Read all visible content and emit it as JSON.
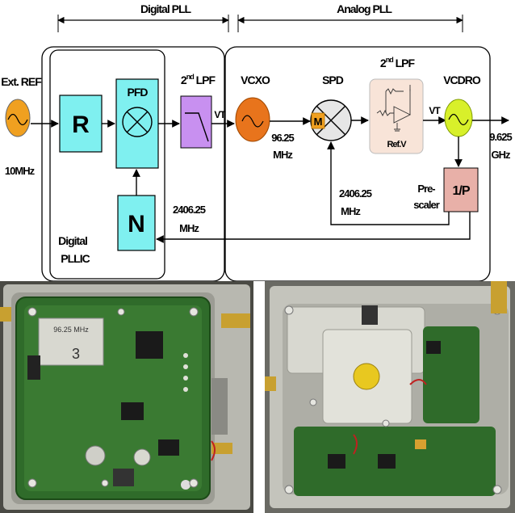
{
  "diagram": {
    "sections": {
      "digital": "Digital PLL",
      "analog": "Analog PLL"
    },
    "ext_ref": {
      "label": "Ext. REF",
      "freq": "10MHz"
    },
    "blocks": {
      "r": "R",
      "pfd": "PFD",
      "n": "N",
      "lpf1_prefix": "2",
      "lpf1_sup": "nd",
      "lpf1_suffix": " LPF",
      "vcxo": "VCXO",
      "spd": "SPD",
      "spd_mark": "M",
      "lpf2_prefix": "2",
      "lpf2_sup": "nd",
      "lpf2_suffix": " LPF",
      "ref_v": "Ref.V",
      "vcdro": "VCDRO",
      "prescaler_line1": "Pre-",
      "prescaler_line2": "scaler",
      "divider": "1/P",
      "digital_pllic_line1": "Digital",
      "digital_pllic_line2": "PLLIC"
    },
    "signals": {
      "vt1": "VT",
      "vt2": "VT",
      "vcxo_out_line1": "96.25",
      "vcxo_out_line2": "MHz",
      "n_in_line1": "2406.25",
      "n_in_line2": "MHz",
      "spd_in_line1": "2406.25",
      "spd_in_line2": "MHz",
      "out_line1": "9.625",
      "out_line2": "GHz"
    }
  },
  "photos": {
    "left_alt": "Digital PLL board photo",
    "right_alt": "Analog PLL board photo",
    "xtal_label": "96.25 MHz",
    "can_mark": "3"
  },
  "colors": {
    "block_fill": "#7ff0f0",
    "lpf1_fill": "#c890f0",
    "vcxo_fill": "#e8741c",
    "ref_fill": "#f0a020",
    "vcdro_fill": "#d8f02a",
    "prescaler_fill": "#e8b0a8",
    "lpf2_fill": "#f8e4d8",
    "board_green": "#2f6b2a"
  }
}
